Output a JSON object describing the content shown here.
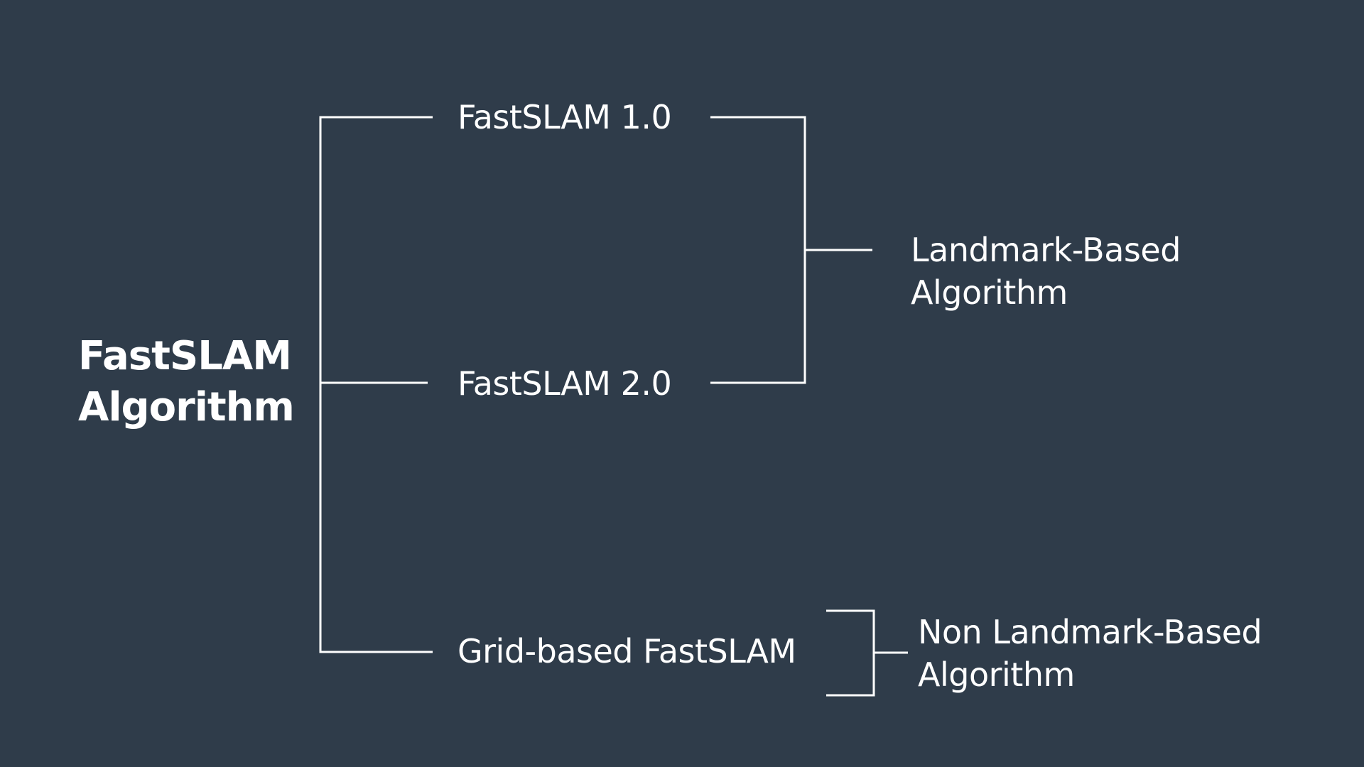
{
  "diagram": {
    "root": {
      "line1": "FastSLAM",
      "line2": "Algorithm"
    },
    "variants": [
      {
        "label": "FastSLAM 1.0"
      },
      {
        "label": "FastSLAM 2.0"
      },
      {
        "label": "Grid-based FastSLAM"
      }
    ],
    "groups": [
      {
        "line1": "Landmark-Based",
        "line2": "Algorithm"
      },
      {
        "line1": "Non Landmark-Based",
        "line2": "Algorithm"
      }
    ]
  },
  "colors": {
    "background": "#2f3c4a",
    "foreground": "#ffffff"
  }
}
